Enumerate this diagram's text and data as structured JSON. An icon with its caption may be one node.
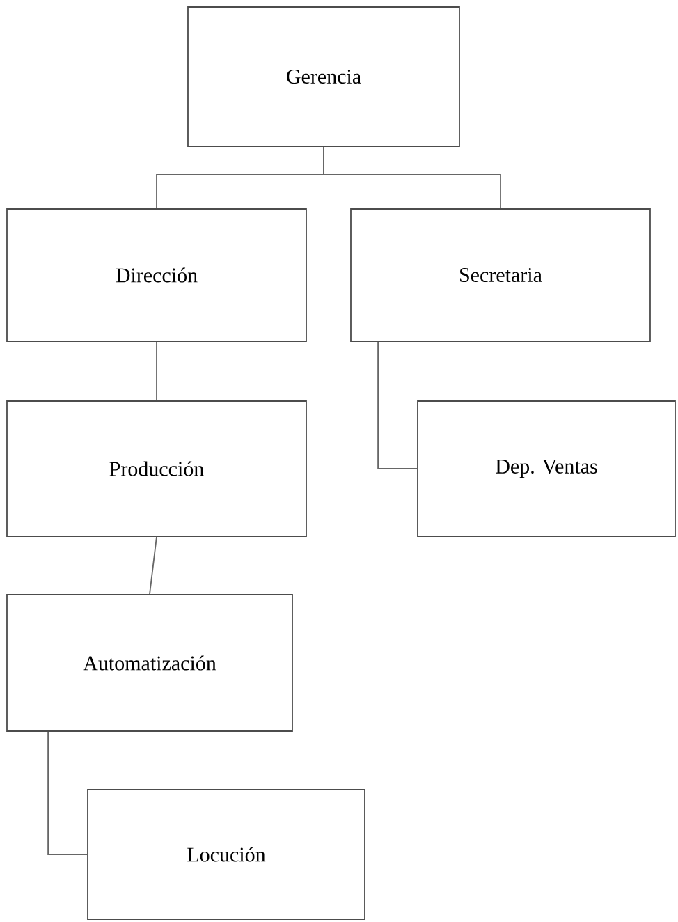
{
  "diagram": {
    "nodes": [
      {
        "text": [
          "Gerencia"
        ]
      },
      {
        "text": [
          "Dirección"
        ]
      },
      {
        "text": [
          "Secretaria"
        ]
      },
      {
        "text": [
          "Producción"
        ]
      },
      {
        "text": [
          "Dep. Ventas"
        ]
      },
      {
        "text": [
          "Automatización"
        ]
      },
      {
        "text": [
          "Locución"
        ]
      }
    ],
    "edges": [
      {
        "from": 0,
        "to": 1,
        "arrow": "none"
      },
      {
        "from": 0,
        "to": 2,
        "arrow": "none"
      },
      {
        "from": 1,
        "to": 3,
        "arrow": "none"
      },
      {
        "from": 2,
        "to": 4,
        "arrow": "none"
      },
      {
        "from": 3,
        "to": 5,
        "arrow": "none"
      },
      {
        "from": 5,
        "to": 6,
        "arrow": "none"
      }
    ]
  }
}
